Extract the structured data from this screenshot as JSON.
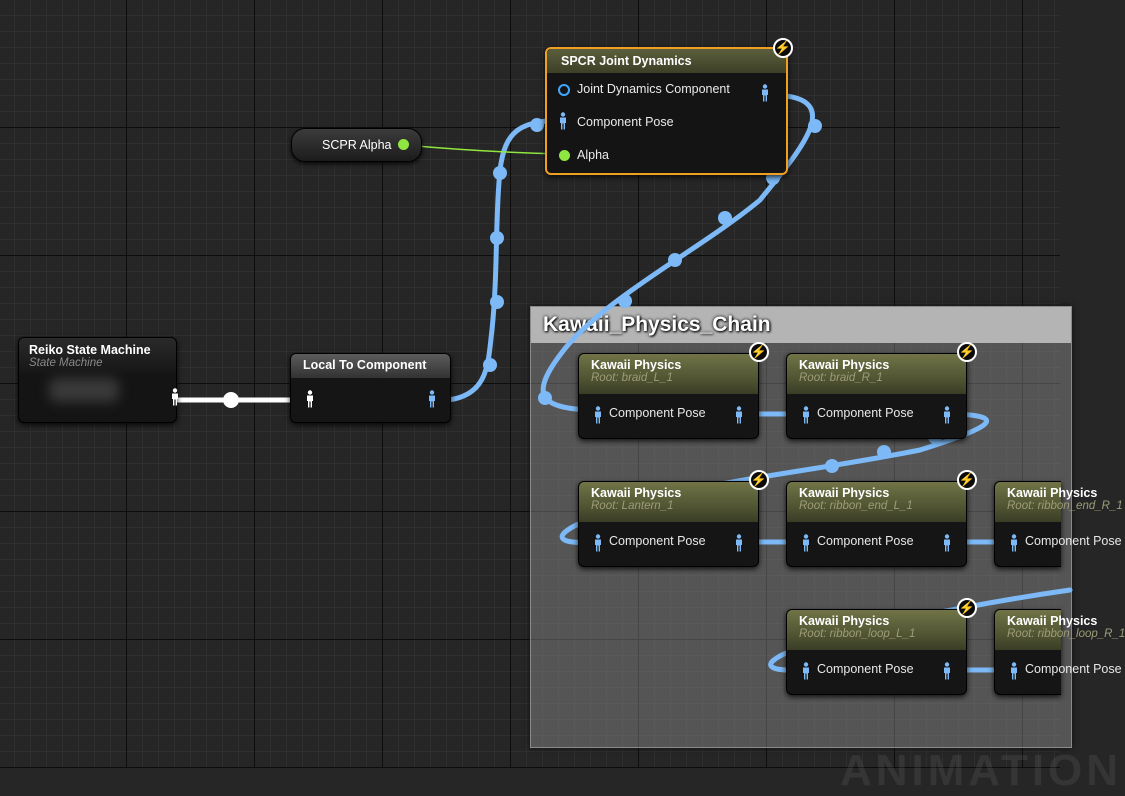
{
  "comment": {
    "title": "Kawaii_Physics_Chain",
    "watermark": "ANIMATION"
  },
  "state_machine": {
    "title": "Reiko State Machine",
    "subtitle": "State Machine"
  },
  "local_to_component": {
    "title": "Local To Component"
  },
  "alpha_variable": {
    "label": "SCPR Alpha"
  },
  "joint_dynamics": {
    "title": "SPCR Joint Dynamics",
    "pin_component": "Joint Dynamics Component",
    "pin_pose": "Component Pose",
    "pin_alpha": "Alpha"
  },
  "kawaii_nodes": [
    {
      "title": "Kawaii Physics",
      "root": "Root: braid_L_1",
      "pin": "Component Pose"
    },
    {
      "title": "Kawaii Physics",
      "root": "Root: braid_R_1",
      "pin": "Component Pose"
    },
    {
      "title": "Kawaii Physics",
      "root": "Root: Lantern_1",
      "pin": "Component Pose"
    },
    {
      "title": "Kawaii Physics",
      "root": "Root: ribbon_end_L_1",
      "pin": "Component Pose"
    },
    {
      "title": "Kawaii Physics",
      "root": "Root: ribbon_end_R_1",
      "pin": "Component Pose"
    },
    {
      "title": "Kawaii Physics",
      "root": "Root: ribbon_loop_L_1",
      "pin": "Component Pose"
    },
    {
      "title": "Kawaii Physics",
      "root": "Root: ribbon_loop_R_1",
      "pin": "Component Pose"
    }
  ],
  "colors": {
    "pose_wire": "#7cb9f6",
    "exec_wire": "#ffffff",
    "float_wire": "#90e640",
    "selection": "#f0a020"
  },
  "icons": {
    "pose_pin": "person-icon",
    "bolt": "bolt-icon",
    "object_pin": "circle-pin-icon",
    "float_pin": "green-dot-icon"
  }
}
